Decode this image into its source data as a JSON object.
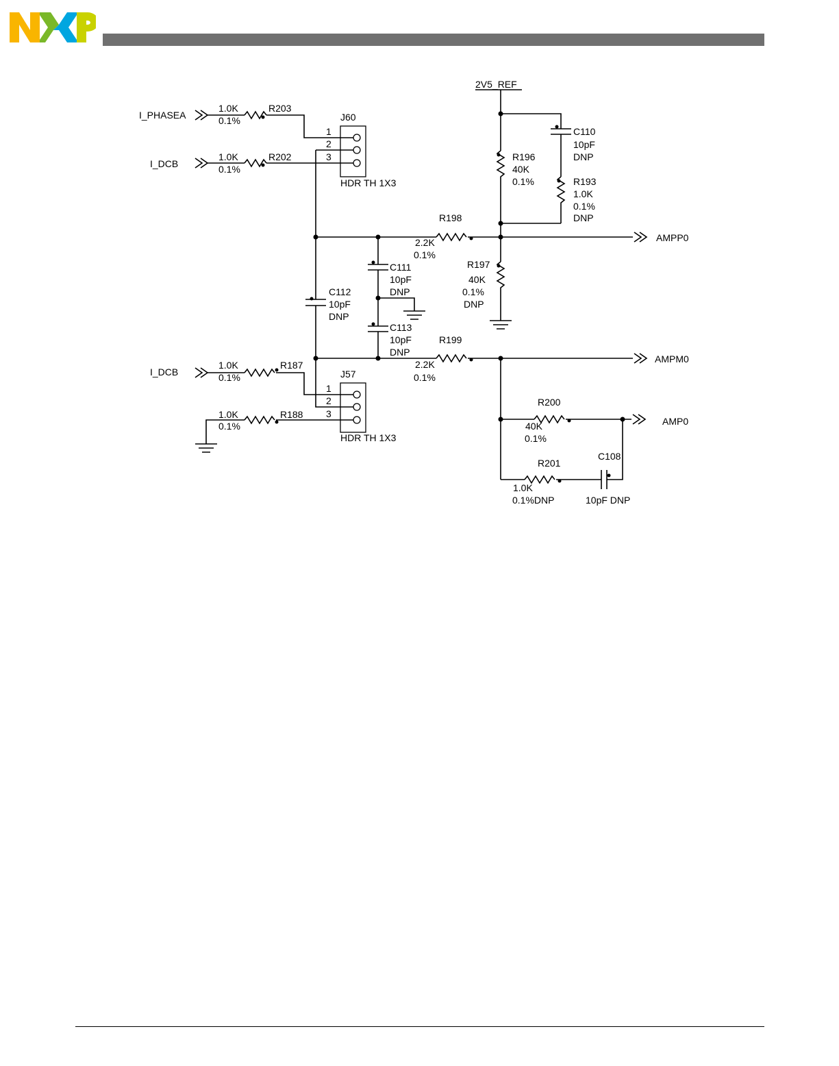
{
  "header": {
    "logo_letters": "NXP",
    "logo_colors": {
      "n": "#f9b500",
      "x_left": "#7ab829",
      "x_right": "#00a6e0",
      "p": "#c9d200"
    }
  },
  "signals": {
    "i_phasea": "I_PHASEA",
    "i_dcb_top": "I_DCB",
    "i_dcb_bottom": "I_DCB",
    "ampp0": "AMPP0",
    "ampm0": "AMPM0",
    "amp0": "AMP0",
    "ref": "2V5_REF"
  },
  "connectors": {
    "j60": {
      "ref": "J60",
      "type": "HDR TH 1X3",
      "pins": [
        "1",
        "2",
        "3"
      ]
    },
    "j57": {
      "ref": "J57",
      "type": "HDR TH 1X3",
      "pins": [
        "1",
        "2",
        "3"
      ]
    }
  },
  "components": {
    "r203": {
      "ref": "R203",
      "value": "1.0K",
      "tol": "0.1%"
    },
    "r202": {
      "ref": "R202",
      "value": "1.0K",
      "tol": "0.1%"
    },
    "r187": {
      "ref": "R187",
      "value": "1.0K",
      "tol": "0.1%"
    },
    "r188": {
      "ref": "R188",
      "value": "1.0K",
      "tol": "0.1%"
    },
    "r198": {
      "ref": "R198",
      "value": "2.2K",
      "tol": "0.1%"
    },
    "r199": {
      "ref": "R199",
      "value": "2.2K",
      "tol": "0.1%"
    },
    "r196": {
      "ref": "R196",
      "value": "40K",
      "tol": "0.1%"
    },
    "r193": {
      "ref": "R193",
      "value": "1.0K",
      "tol": "0.1%",
      "dnp": "DNP"
    },
    "r197": {
      "ref": "R197",
      "value": "40K",
      "tol": "0.1%",
      "dnp": "DNP"
    },
    "r200": {
      "ref": "R200",
      "value": "40K",
      "tol": "0.1%"
    },
    "r201": {
      "ref": "R201",
      "value": "1.0K",
      "tol_dnp": "0.1%DNP"
    },
    "c110": {
      "ref": "C110",
      "value": "10pF",
      "dnp": "DNP"
    },
    "c111": {
      "ref": "C111",
      "value": "10pF",
      "dnp": "DNP"
    },
    "c112": {
      "ref": "C112",
      "value": "10pF",
      "dnp": "DNP"
    },
    "c113": {
      "ref": "C113",
      "value": "10pF",
      "dnp": "DNP"
    },
    "c108": {
      "ref": "C108",
      "value_dnp": "10pF DNP"
    }
  }
}
